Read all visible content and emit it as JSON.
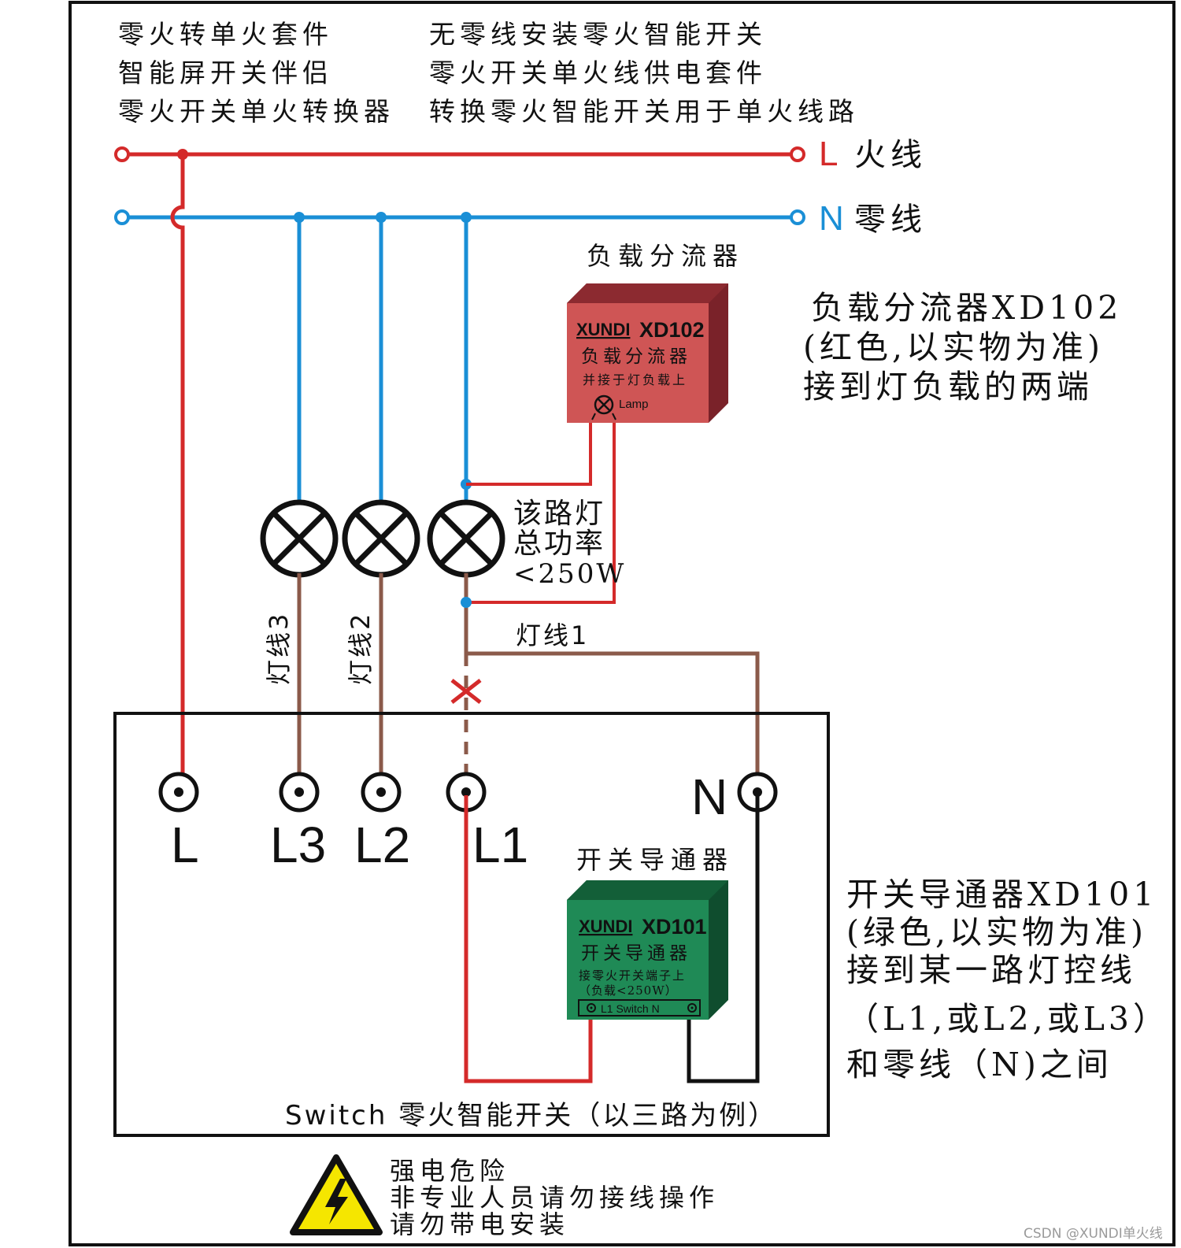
{
  "header": {
    "left_lines": [
      "零火转单火套件",
      "智能屏开关伴侣",
      "零火开关单火转换器"
    ],
    "right_lines": [
      "无零线安装零火智能开关",
      "零火开关单火线供电套件",
      "转换零火智能开关用于单火线路"
    ]
  },
  "bus": {
    "live_letter": "L",
    "live_label": "火线",
    "neutral_letter": "N",
    "neutral_label": "零线"
  },
  "splitter": {
    "caption": "负载分流器",
    "brand": "XUNDI",
    "model": "XD102",
    "name": "负载分流器",
    "sub": "并接于灯负载上",
    "lamp_label": "Lamp",
    "note_lines": [
      "负载分流器XD102",
      "(红色,以实物为准)",
      "接到灯负载的两端"
    ]
  },
  "lamp_note": [
    "该路灯",
    "总功率",
    "<250W"
  ],
  "wires": {
    "lamp_line_1": "灯线1",
    "lamp_line_2": "灯线2",
    "lamp_line_3": "灯线3"
  },
  "switch": {
    "terminals": [
      "L",
      "L3",
      "L2",
      "L1",
      "N"
    ],
    "caption": "Switch 零火智能开关（以三路为例）"
  },
  "conductor": {
    "caption": "开关导通器",
    "brand": "XUNDI",
    "model": "XD101",
    "name": "开关导通器",
    "sub1": "接零火开关端子上",
    "sub2": "（负载<250W）",
    "strip": "L1 Switch  N",
    "note_lines": [
      "开关导通器XD101",
      "(绿色,以实物为准)",
      "接到某一路灯控线",
      "（L1,或L2,或L3）",
      "和零线（N)之间"
    ]
  },
  "warning": {
    "icon": "high-voltage-icon",
    "lines": [
      "强电危险",
      "非专业人员请勿接线操作",
      "请勿带电安装"
    ]
  },
  "watermark": "CSDN @XUNDI单火线",
  "colors": {
    "live": "#d42a2a",
    "neutral": "#1a8fd6",
    "lamp_wire": "#8b5a4a",
    "splitter_face": "#cf5555",
    "splitter_side": "#7a2229",
    "conductor_face": "#1f8a56",
    "conductor_side": "#0f4d2e",
    "warning_yellow": "#f5e600"
  }
}
